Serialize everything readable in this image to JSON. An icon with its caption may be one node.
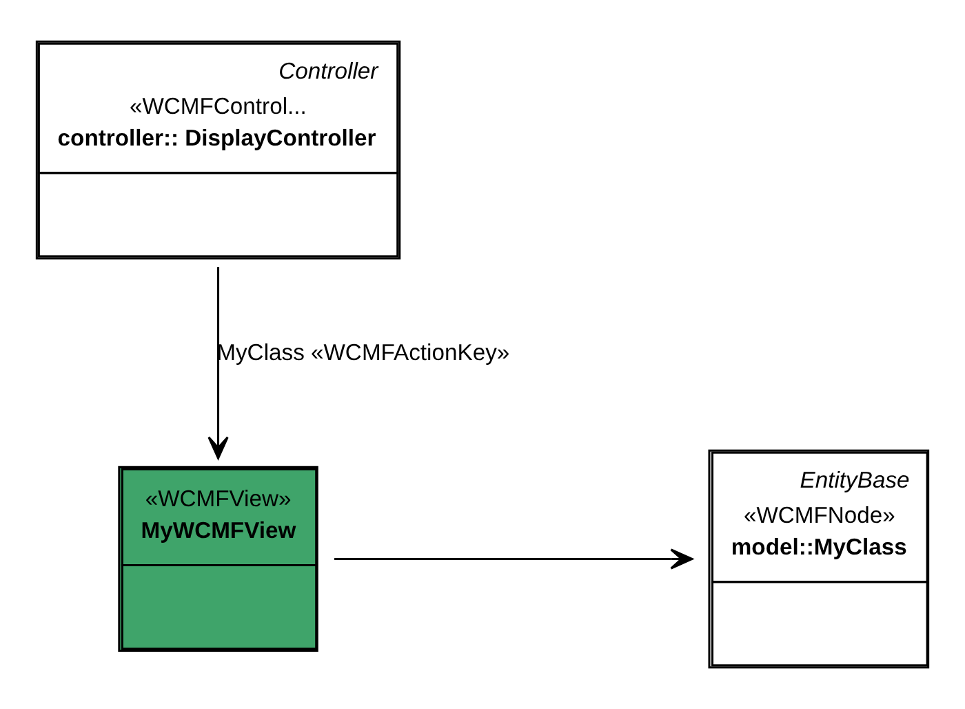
{
  "diagram": {
    "nodes": [
      {
        "text": [
          "Controller",
          "«WCMFControl...",
          "controller:: DisplayController"
        ]
      },
      {
        "text": [
          "«WCMFView»",
          "MyWCMFView"
        ]
      },
      {
        "text": [
          "EntityBase",
          "«WCMFNode»",
          "model::MyClass"
        ]
      }
    ],
    "edges": [
      {
        "from": 0,
        "to": 1,
        "arrow": "to",
        "label": "MyClass «WCMFActionKey»"
      },
      {
        "from": 1,
        "to": 2,
        "arrow": "to"
      }
    ]
  }
}
